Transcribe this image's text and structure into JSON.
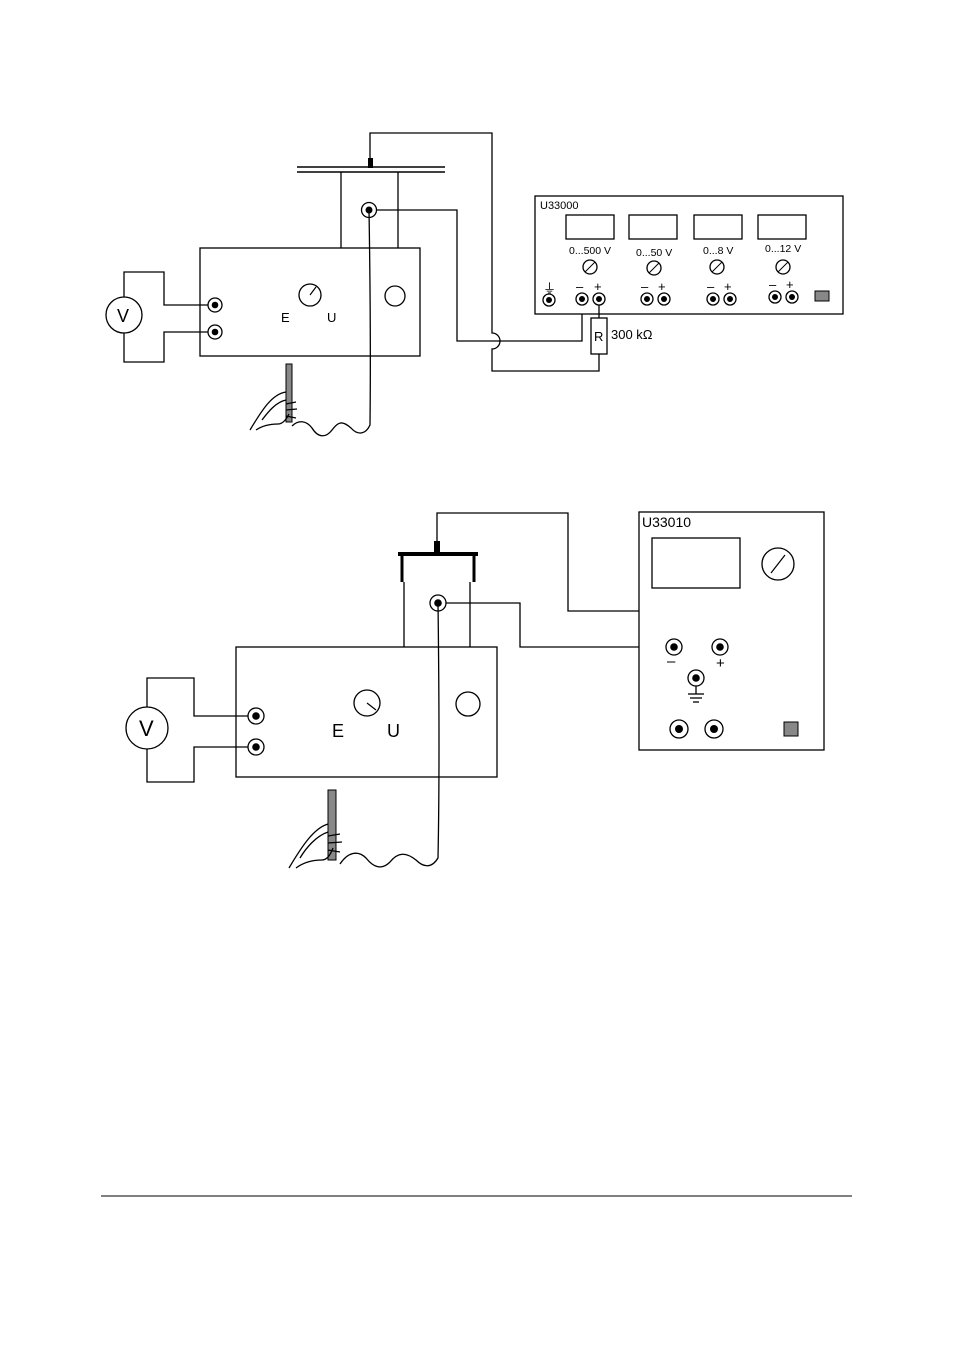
{
  "figure1": {
    "psu_model": "U33000",
    "ranges": [
      "0...500 V",
      "0...50 V",
      "0...8 V",
      "0...12 V"
    ],
    "ground_symbol": "⏚",
    "minus": "–",
    "plus": "+",
    "resistor_letter": "R",
    "resistor_value": "300 kΩ",
    "voltmeter": "V",
    "label_e": "E",
    "label_u": "U"
  },
  "figure2": {
    "psu_model": "U33010",
    "minus": "–",
    "plus": "+",
    "voltmeter": "V",
    "label_e": "E",
    "label_u": "U"
  }
}
